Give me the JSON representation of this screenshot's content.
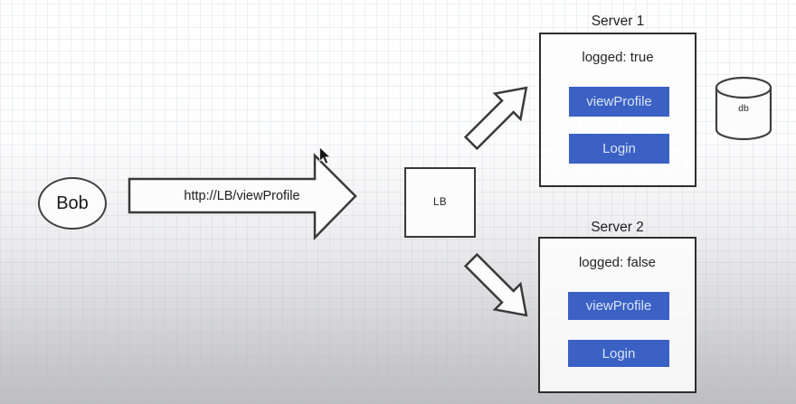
{
  "diagram": {
    "user": {
      "label": "Bob"
    },
    "request_arrow": {
      "label": "http://LB/viewProfile"
    },
    "load_balancer": {
      "label": "LB"
    },
    "servers": [
      {
        "title": "Server 1",
        "status": "logged: true",
        "buttons": [
          "viewProfile",
          "Login"
        ]
      },
      {
        "title": "Server 2",
        "status": "logged: false",
        "buttons": [
          "viewProfile",
          "Login"
        ]
      }
    ],
    "database": {
      "label": "db"
    },
    "colors": {
      "button_blue": "#3b61c4",
      "button_text": "#d9e3f6",
      "shape_outline": "#3a3a3a",
      "background_top": "#ffffff",
      "background_bottom": "#bfbfc2"
    }
  }
}
